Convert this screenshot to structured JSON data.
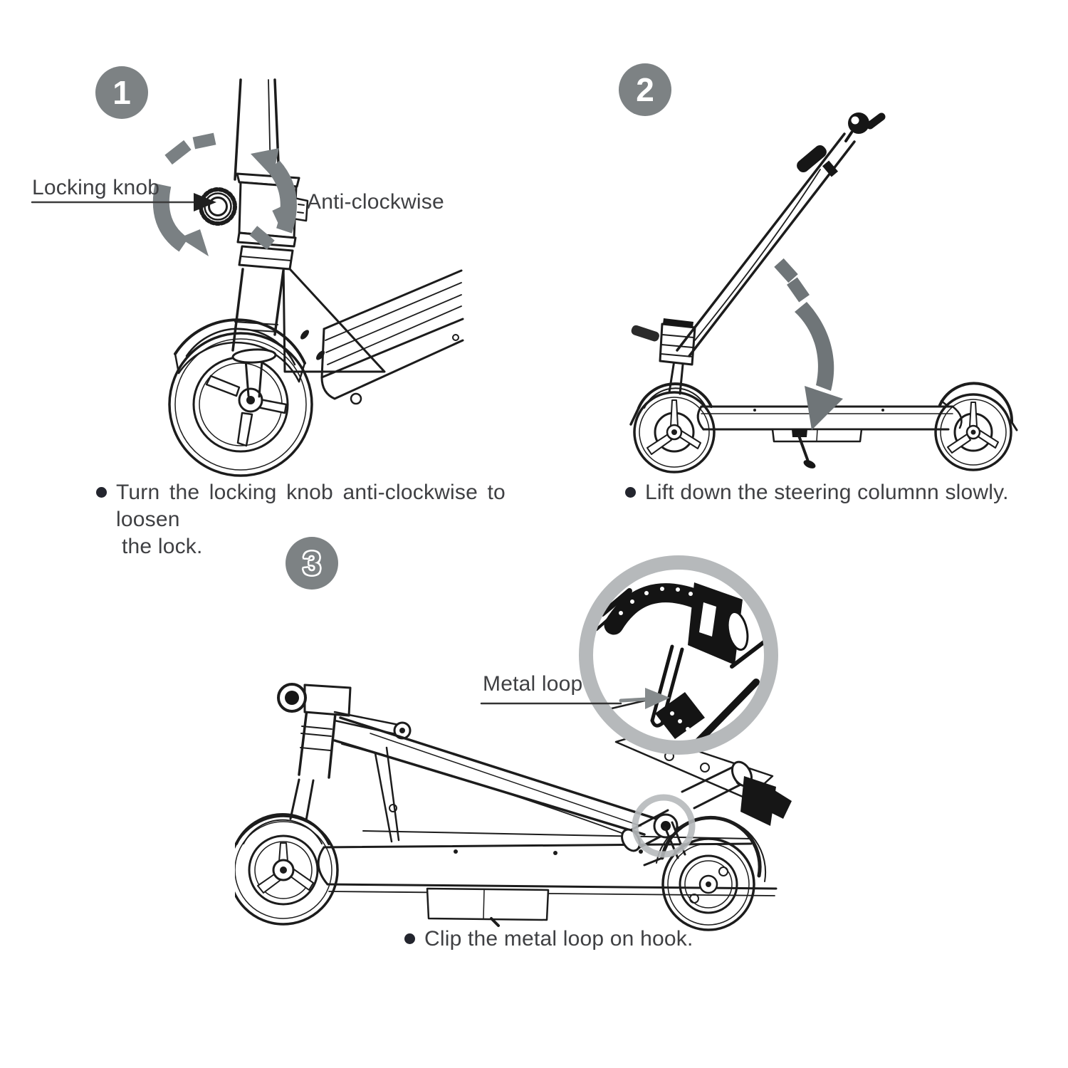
{
  "steps": {
    "step1": {
      "number": "1",
      "labels": {
        "locking_knob": "Locking knob",
        "anti_clockwise": "Anti-clockwise"
      },
      "caption_line1": "Turn the locking knob anti-clockwise to loosen",
      "caption_line2": "the lock."
    },
    "step2": {
      "number": "2",
      "caption": "Lift down the steering columnn slowly."
    },
    "step3": {
      "number": "3",
      "labels": {
        "metal_loop": "Metal loop"
      },
      "caption": "Clip the metal loop on hook."
    }
  },
  "icons": {
    "step1_arrows": "anti-clockwise-rotation-arrows",
    "step2_arrow": "fold-down-curved-arrow",
    "step3_magnifier": "zoom-detail-circle",
    "leader_arrows": "label-pointer-arrow",
    "bullets": "list-bullet-dot"
  },
  "colors": {
    "background": "#ffffff",
    "line_black": "#1c1c1c",
    "arrow_gray_step1": "#7a8083",
    "arrow_gray_step2": "#6f7578",
    "badge_gray": "#7d8284",
    "magnifier_ring_gray": "#b6b9bb",
    "text_dark": "#3f4043",
    "bullet_dark": "#23252e"
  }
}
